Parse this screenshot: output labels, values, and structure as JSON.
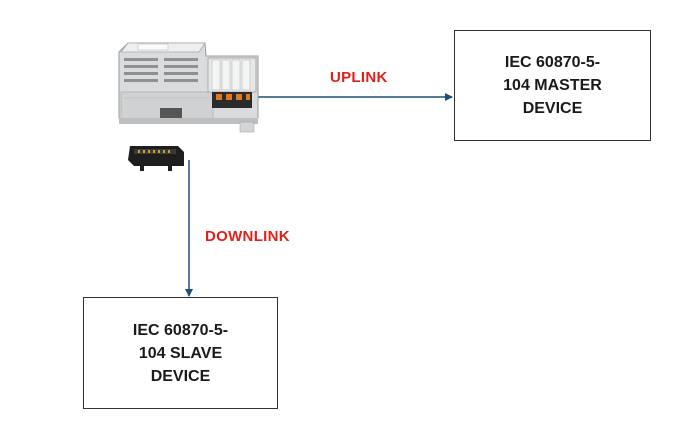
{
  "diagram": {
    "master_box": {
      "line1": "IEC 60870-5-",
      "line2": "104 MASTER",
      "line3": "DEVICE"
    },
    "slave_box": {
      "line1": "IEC 60870-5-",
      "line2": "104 SLAVE",
      "line3": "DEVICE"
    },
    "uplink_label": "UPLINK",
    "downlink_label": "DOWNLINK",
    "device_image": "gateway-module-icon",
    "colors": {
      "link_label": "#e0201c",
      "arrow": "#1f4e79",
      "box_border": "#333333"
    }
  }
}
